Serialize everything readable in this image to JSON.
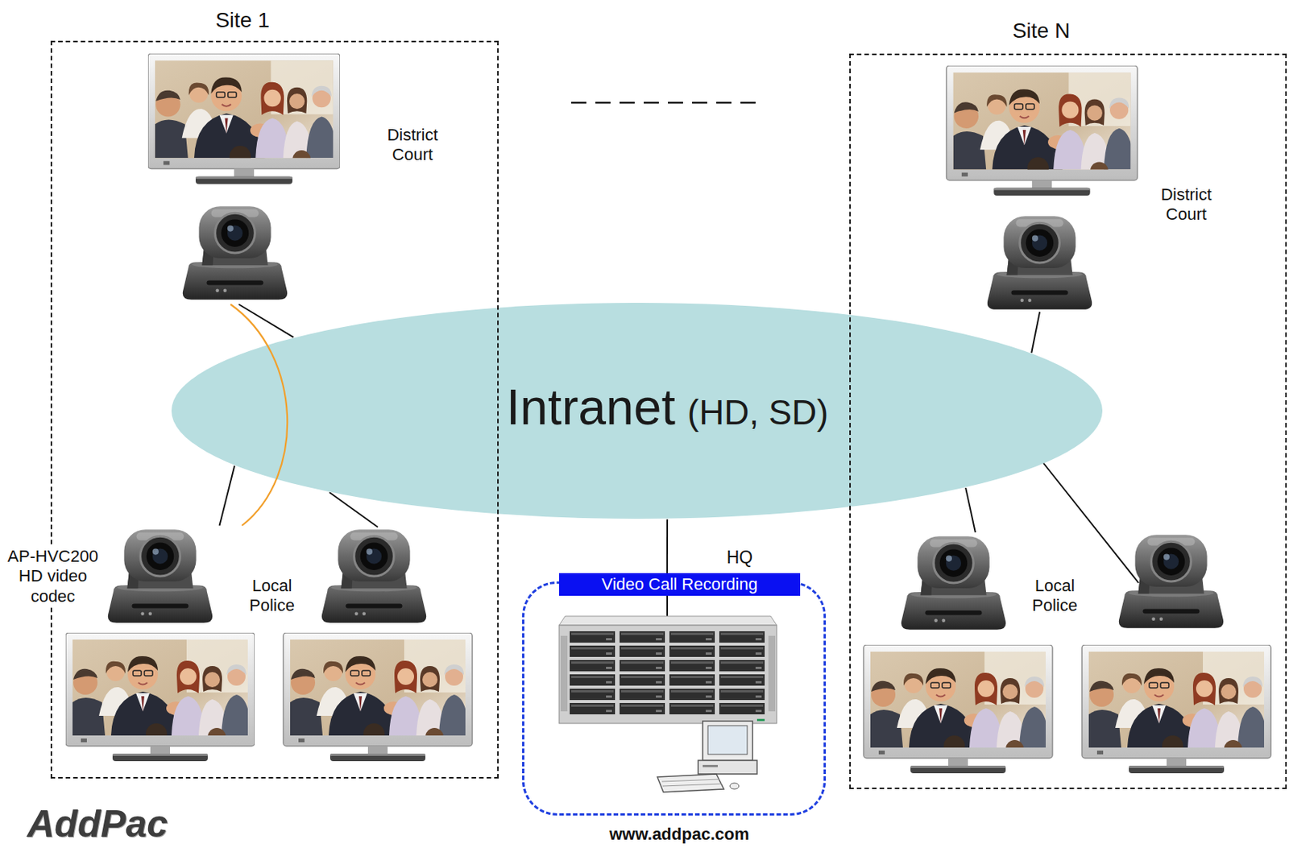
{
  "diagram": {
    "nodes": [
      {
        "text": [
          "Site 1"
        ]
      },
      {
        "text": [
          "District Court"
        ],
        "in": 0
      },
      {
        "text": [
          "Local Police"
        ],
        "in": 0
      },
      {
        "text": [
          "Site N"
        ]
      },
      {
        "text": [
          "District Court"
        ],
        "in": 3
      },
      {
        "text": [
          "Local Police"
        ],
        "in": 3
      },
      {
        "text": [
          "Intranet",
          "(HD, SD)"
        ]
      },
      {
        "text": [
          "HQ"
        ]
      },
      {
        "text": [
          "Video Call Recording"
        ],
        "in": 7
      }
    ],
    "edges": [
      {
        "from": 1,
        "to": 6,
        "arrow": "none"
      },
      {
        "from": 2,
        "to": 6,
        "arrow": "none"
      },
      {
        "from": 1,
        "to": 2,
        "arrow": "none"
      },
      {
        "from": 4,
        "to": 6,
        "arrow": "none"
      },
      {
        "from": 5,
        "to": 6,
        "arrow": "none"
      },
      {
        "from": 6,
        "to": 8,
        "arrow": "none"
      }
    ],
    "labels": [
      "AP-HVC200 HD video codec",
      "AddPac",
      "www.addpac.com"
    ]
  }
}
